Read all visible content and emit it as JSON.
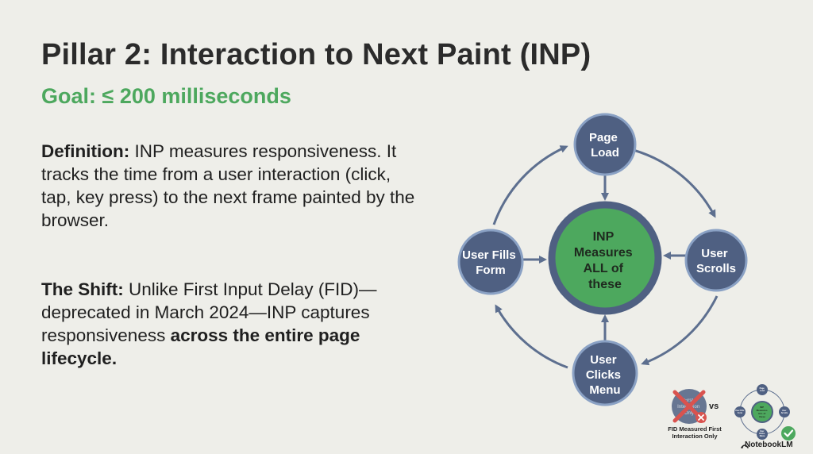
{
  "title": "Pillar 2: Interaction to Next Paint (INP)",
  "goal": "Goal: ≤ 200 milliseconds",
  "definition": {
    "label": "Definition:",
    "text": " INP measures responsiveness. It tracks the time from a user interaction (click, tap, key press) to the next frame painted by the browser."
  },
  "shift": {
    "label": "The Shift:",
    "text": " Unlike First Input Delay (FID)—deprecated in March 2024—INP captures responsiveness ",
    "emphasis": "across the entire page lifecycle."
  },
  "diagram": {
    "center": [
      "INP",
      "Measures",
      "ALL of",
      "these"
    ],
    "nodes": {
      "top": [
        "Page",
        "Load"
      ],
      "right": [
        "User",
        "Scrolls"
      ],
      "bottom": [
        "User",
        "Clicks",
        "Menu"
      ],
      "left": [
        "User Fills",
        "Form"
      ]
    }
  },
  "inset": {
    "fid_caption": "FID Measured First Interaction Only",
    "vs": "vs",
    "mini_center": [
      "INP",
      "Measures",
      "ALL of",
      "these"
    ],
    "mini_nodes": {
      "top": [
        "Page",
        "Load"
      ],
      "right": [
        "User",
        "Scrolls"
      ],
      "bottom": [
        "User",
        "Clicks",
        "Menu"
      ],
      "left": [
        "User Fills",
        "Form"
      ]
    },
    "fid_blurred": [
      "First",
      "Interaction",
      "Only"
    ]
  },
  "brand": "NotebookLM",
  "colors": {
    "node": "#4f6082",
    "node_ring": "#8aa1c4",
    "center": "#4da85e",
    "arrow": "#5d6f8f",
    "goal": "#4da85e"
  }
}
